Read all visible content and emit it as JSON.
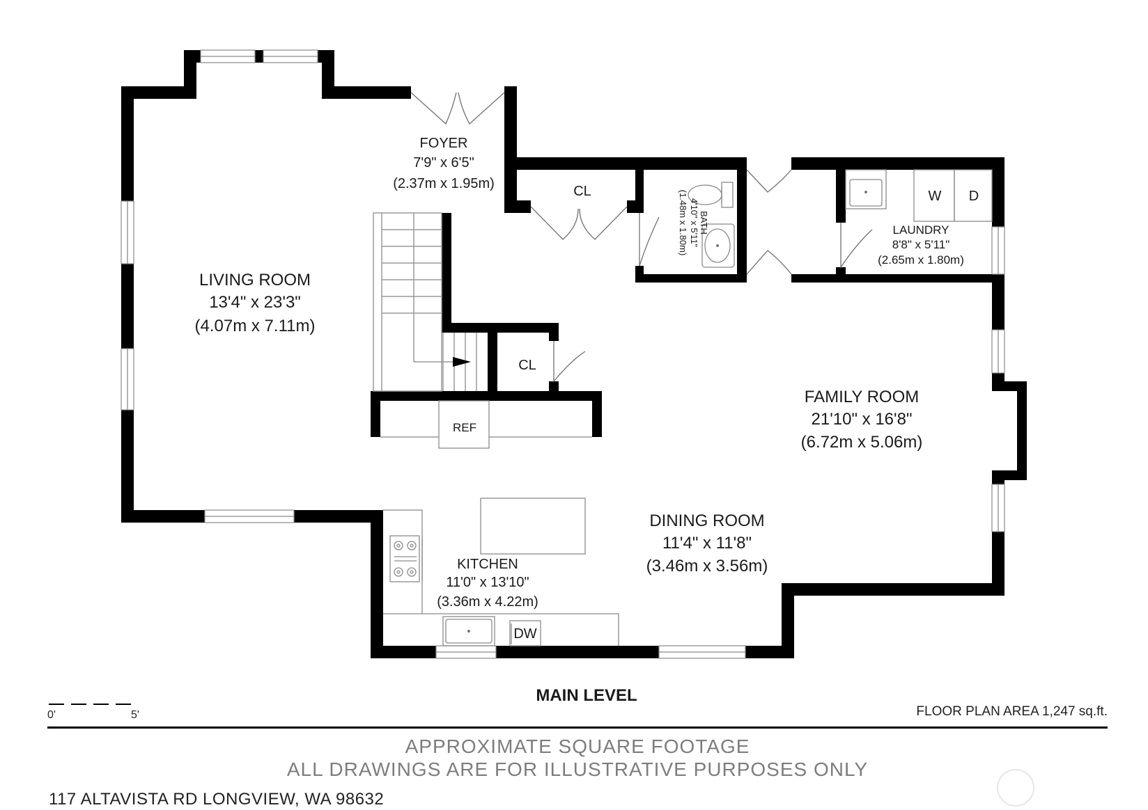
{
  "rooms": {
    "foyer": {
      "name": "FOYER",
      "dim_imperial": "7'9\" x 6'5\"",
      "dim_metric": "(2.37m x 1.95m)"
    },
    "living": {
      "name": "LIVING ROOM",
      "dim_imperial": "13'4\" x 23'3\"",
      "dim_metric": "(4.07m x 7.11m)"
    },
    "bath": {
      "name": "BATH",
      "dim_imperial": "4'10\" x 5'11\"",
      "dim_metric": "(1.48m x 1.80m)"
    },
    "laundry": {
      "name": "LAUNDRY",
      "dim_imperial": "8'8\" x 5'11\"",
      "dim_metric": "(2.65m x 1.80m)"
    },
    "family": {
      "name": "FAMILY ROOM",
      "dim_imperial": "21'10\" x 16'8\"",
      "dim_metric": "(6.72m x 5.06m)"
    },
    "dining": {
      "name": "DINING ROOM",
      "dim_imperial": "11'4\" x 11'8\"",
      "dim_metric": "(3.46m x 3.56m)"
    },
    "kitchen": {
      "name": "KITCHEN",
      "dim_imperial": "11'0\" x 13'10\"",
      "dim_metric": "(3.36m x 4.22m)"
    }
  },
  "fixtures": {
    "closet_upper": "CL",
    "closet_lower": "CL",
    "refrigerator": "REF",
    "dishwasher": "DW",
    "washer": "W",
    "dryer": "D"
  },
  "level_title": "MAIN LEVEL",
  "floor_area": "FLOOR PLAN AREA 1,247 sq.ft.",
  "scale": {
    "start": "0'",
    "end": "5'"
  },
  "disclaimer": {
    "line1": "APPROXIMATE SQUARE FOOTAGE",
    "line2": "ALL DRAWINGS ARE FOR ILLUSTRATIVE PURPOSES ONLY"
  },
  "address": "117 ALTAVISTA RD LONGVIEW, WA 98632"
}
